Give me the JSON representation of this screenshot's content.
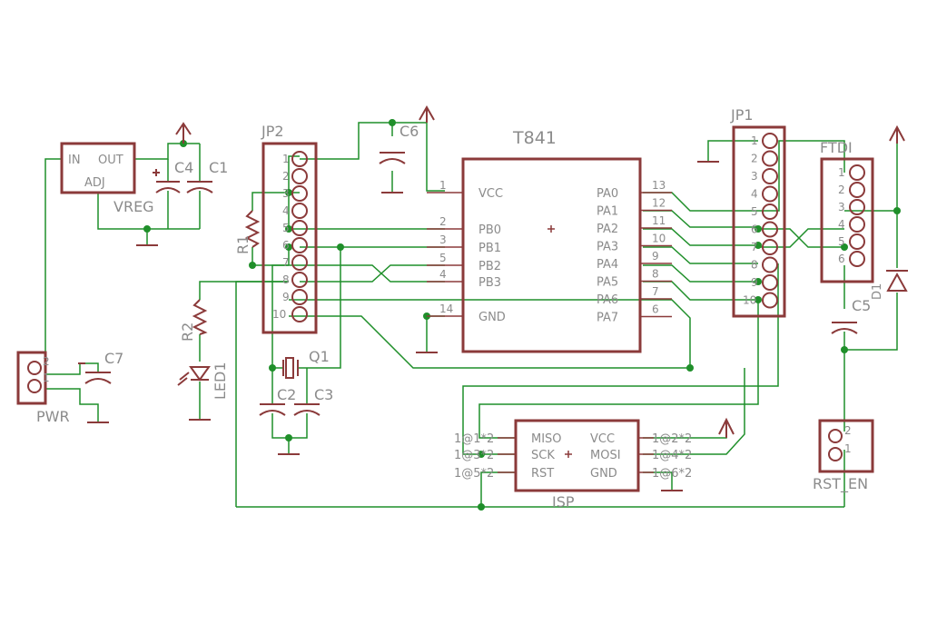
{
  "parts": {
    "t841": {
      "name": "T841",
      "left_pins": [
        "VCC",
        "PB0",
        "PB1",
        "PB2",
        "PB3",
        "GND"
      ],
      "left_nums": [
        "1",
        "2",
        "3",
        "5",
        "4",
        "14"
      ],
      "right_pins": [
        "PA0",
        "PA1",
        "PA2",
        "PA3",
        "PA4",
        "PA5",
        "PA6",
        "PA7"
      ],
      "right_nums": [
        "13",
        "12",
        "11",
        "10",
        "9",
        "8",
        "7",
        "6"
      ]
    },
    "jp2": {
      "name": "JP2",
      "pins": [
        "1",
        "2",
        "3",
        "4",
        "5",
        "6",
        "7",
        "8",
        "9",
        "10"
      ]
    },
    "jp1": {
      "name": "JP1",
      "pins": [
        "1",
        "2",
        "3",
        "4",
        "5",
        "6",
        "7",
        "8",
        "9",
        "10"
      ]
    },
    "ftdi": {
      "name": "FTDI",
      "pins": [
        "1",
        "2",
        "3",
        "4",
        "5",
        "6"
      ]
    },
    "vreg": {
      "name": "VREG",
      "in": "IN",
      "out": "OUT",
      "adj": "ADJ"
    },
    "isp": {
      "name": "ISP",
      "left": [
        "MISO",
        "SCK",
        "RST"
      ],
      "right": [
        "VCC",
        "MOSI",
        "GND"
      ],
      "left_nums": [
        "1@1*2",
        "1@3*2",
        "1@5*2"
      ],
      "right_nums": [
        "1@2*2",
        "1@4*2",
        "1@6*2"
      ]
    },
    "pwr": {
      "name": "PWR",
      "pins": [
        "2",
        "1"
      ]
    },
    "rst_en": {
      "name": "RST_EN",
      "pins": [
        "2",
        "1"
      ]
    },
    "c1": "C1",
    "c2": "C2",
    "c3": "C3",
    "c4": "C4",
    "c5": "C5",
    "c6": "C6",
    "c7": "C7",
    "r1": "R1",
    "r2": "R2",
    "led1": "LED1",
    "q1": "Q1",
    "d1": "D1"
  },
  "colors": {
    "part": "#8b3a3a",
    "wire": "#1f8f2a",
    "text": "#8b8b8b"
  }
}
